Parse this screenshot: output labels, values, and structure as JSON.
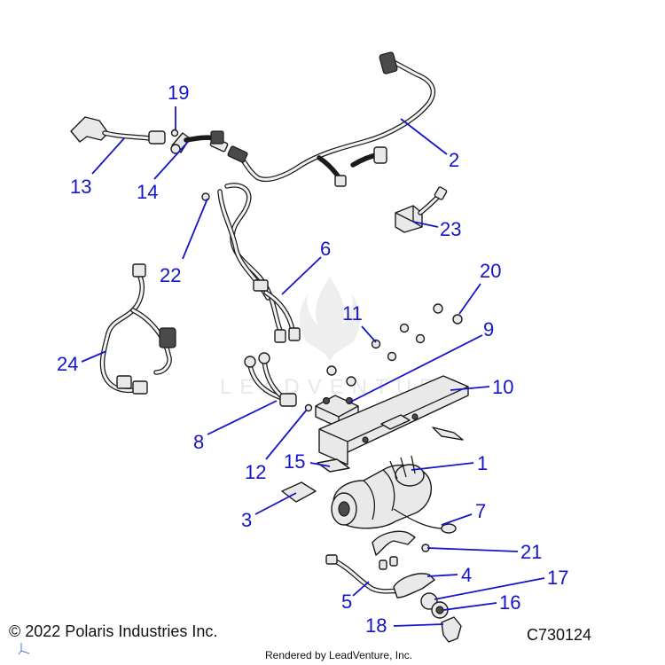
{
  "watermark": {
    "text": "LEADVENTURE"
  },
  "callouts": [
    {
      "id": "1",
      "label": "1"
    },
    {
      "id": "2",
      "label": "2"
    },
    {
      "id": "3",
      "label": "3"
    },
    {
      "id": "4",
      "label": "4"
    },
    {
      "id": "5",
      "label": "5"
    },
    {
      "id": "6",
      "label": "6"
    },
    {
      "id": "7",
      "label": "7"
    },
    {
      "id": "8",
      "label": "8"
    },
    {
      "id": "9",
      "label": "9"
    },
    {
      "id": "10",
      "label": "10"
    },
    {
      "id": "11",
      "label": "11"
    },
    {
      "id": "12",
      "label": "12"
    },
    {
      "id": "13",
      "label": "13"
    },
    {
      "id": "14",
      "label": "14"
    },
    {
      "id": "15",
      "label": "15"
    },
    {
      "id": "16",
      "label": "16"
    },
    {
      "id": "17",
      "label": "17"
    },
    {
      "id": "18",
      "label": "18"
    },
    {
      "id": "19",
      "label": "19"
    },
    {
      "id": "20",
      "label": "20"
    },
    {
      "id": "21",
      "label": "21"
    },
    {
      "id": "22",
      "label": "22"
    },
    {
      "id": "23",
      "label": "23"
    },
    {
      "id": "24",
      "label": "24"
    }
  ],
  "footer": {
    "copyright": "© 2022 Polaris Industries Inc.",
    "diagram_code": "C730124",
    "rendered_by": "Rendered by LeadVenture, Inc."
  }
}
